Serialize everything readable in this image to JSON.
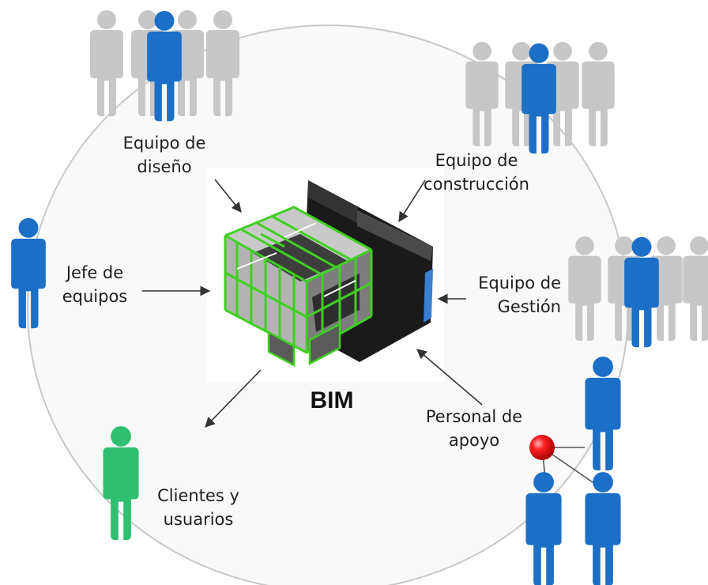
{
  "center": {
    "title": "BIM"
  },
  "groups": {
    "design_team": {
      "line1": "Equipo de",
      "line2": "diseño"
    },
    "construction_team": {
      "line1": "Equipo de",
      "line2": "construcción"
    },
    "team_leader": {
      "line1": "Jefe de",
      "line2": "equipos"
    },
    "management_team": {
      "line1": "Equipo de",
      "line2": "Gestión"
    },
    "support_staff": {
      "line1": "Personal de",
      "line2": "apoyo"
    },
    "clients_users": {
      "line1": "Clientes y",
      "line2": "usuarios"
    }
  },
  "colors": {
    "highlight_person": "#1b6fc7",
    "grey_person": "#c7c7c7",
    "client_person": "#2ec070",
    "connector_node": "#e00000",
    "circle_outline": "#c8c8c8",
    "arrow": "#333333",
    "model_green": "#3fd021"
  },
  "icons": {
    "person": "person-icon",
    "node": "red-sphere-icon",
    "model": "bim-building-model"
  }
}
